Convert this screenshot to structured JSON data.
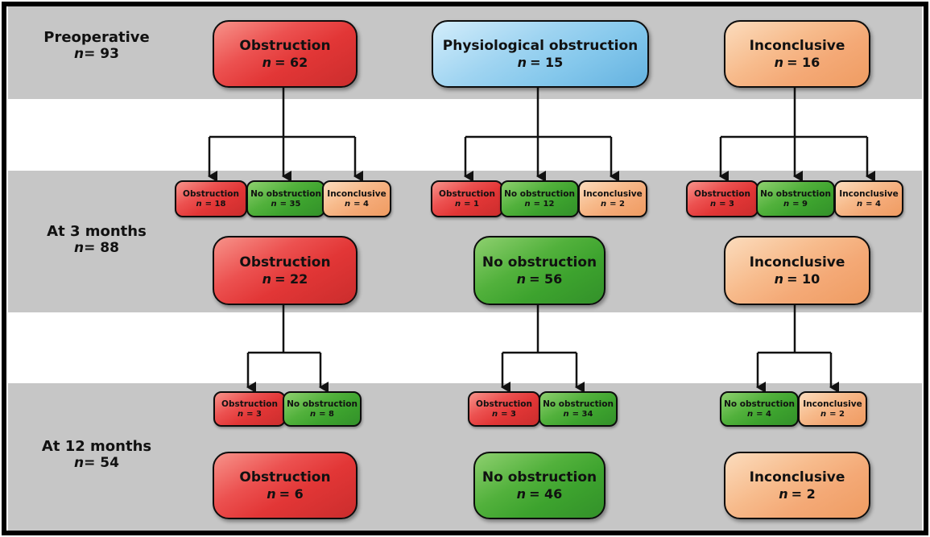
{
  "n_symbol": "n",
  "stages": [
    {
      "title": "Preoperative",
      "n_eq": "= 93"
    },
    {
      "title": "At 3 months",
      "n_eq": "= 88"
    },
    {
      "title": "At 12 months",
      "n_eq": "= 54"
    }
  ],
  "columns": [
    {
      "preop": {
        "label": "Obstruction",
        "n_eq": "= 62"
      },
      "preop_children": [
        {
          "label": "Obstruction",
          "n_eq": "= 18"
        },
        {
          "label": "No obstruction",
          "n_eq": "= 35"
        },
        {
          "label": "Inconclusive",
          "n_eq": "= 4"
        }
      ],
      "month3": {
        "label": "Obstruction",
        "n_eq": "= 22"
      },
      "month3_children": [
        {
          "label": "Obstruction",
          "n_eq": "= 3"
        },
        {
          "label": "No obstruction",
          "n_eq": "= 8"
        }
      ],
      "month12": {
        "label": "Obstruction",
        "n_eq": "= 6"
      }
    },
    {
      "preop": {
        "label": "Physiological obstruction",
        "n_eq": "= 15"
      },
      "preop_children": [
        {
          "label": "Obstruction",
          "n_eq": "= 1"
        },
        {
          "label": "No obstruction",
          "n_eq": "= 12"
        },
        {
          "label": "Inconclusive",
          "n_eq": "= 2"
        }
      ],
      "month3": {
        "label": "No obstruction",
        "n_eq": "= 56"
      },
      "month3_children": [
        {
          "label": "Obstruction",
          "n_eq": "= 3"
        },
        {
          "label": "No obstruction",
          "n_eq": "= 34"
        }
      ],
      "month12": {
        "label": "No obstruction",
        "n_eq": "= 46"
      }
    },
    {
      "preop": {
        "label": "Inconclusive",
        "n_eq": "= 16"
      },
      "preop_children": [
        {
          "label": "Obstruction",
          "n_eq": "= 3"
        },
        {
          "label": "No obstruction",
          "n_eq": "= 9"
        },
        {
          "label": "Inconclusive",
          "n_eq": "= 4"
        }
      ],
      "month3": {
        "label": "Inconclusive",
        "n_eq": "= 10"
      },
      "month3_children": [
        {
          "label": "No obstruction",
          "n_eq": "= 4"
        },
        {
          "label": "Inconclusive",
          "n_eq": "= 2"
        }
      ],
      "month12": {
        "label": "Inconclusive",
        "n_eq": "= 2"
      }
    }
  ],
  "colors": {
    "obstruction_red": "#e23636",
    "no_obstruction_green": "#3da32e",
    "physiological_blue": "#85c8ec",
    "inconclusive_orange": "#f4a976",
    "band_gray": "#c6c6c6",
    "band_white": "#ffffff",
    "connector_black": "#111111",
    "frame_black": "#000000"
  }
}
